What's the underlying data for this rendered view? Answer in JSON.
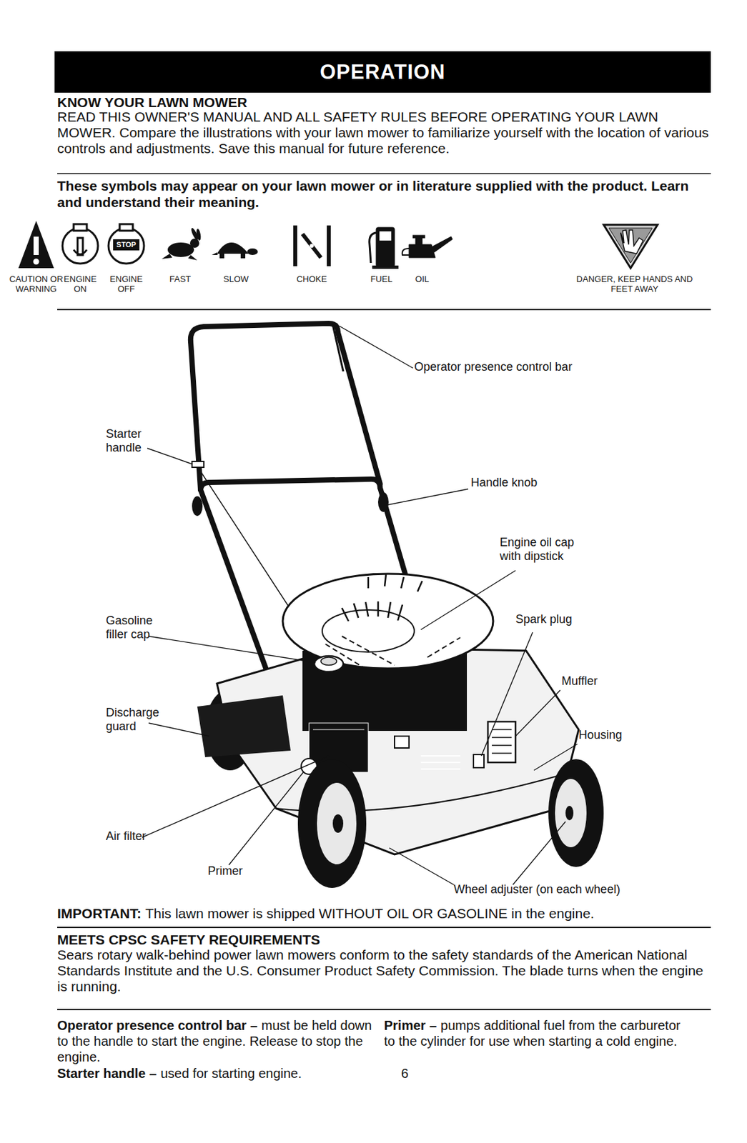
{
  "diagram": {
    "nodes": [
      {
        "text": [
          "OPERATION"
        ]
      }
    ],
    "labels": [
      "KNOW YOUR LAWN MOWER",
      "READ THIS OWNER'S MANUAL AND ALL SAFETY RULES BEFORE OPERATING YOUR LAWN MOWER. Compare the illustrations with your lawn mower to familiarize yourself with the location of various controls and adjustments. Save this manual for future reference.",
      "These symbols may appear on your lawn mower or in literature supplied with the product. Learn and understand their meaning.",
      "CAUTION OR WARNING",
      "ENGINE ON",
      "ENGINE OFF",
      "FAST",
      "SLOW",
      "CHOKE",
      "FUEL",
      "OIL",
      "DANGER, KEEP HANDS AND FEET AWAY",
      "STOP",
      "Operator presence control bar",
      "Starter handle",
      "Handle knob",
      "Engine oil cap with dipstick",
      "Gasoline filler cap",
      "Spark plug",
      "Muffler",
      "Discharge guard",
      "Housing",
      "Air filter",
      "Primer",
      "Wheel adjuster (on each wheel)",
      "IMPORTANT:",
      "This lawn mower is shipped WITHOUT OIL OR GASOLINE in the engine.",
      "MEETS CPSC SAFETY REQUIREMENTS",
      "Sears rotary walk-behind power lawn mowers conform to the safety standards of the American National Standards Institute and the U.S. Consumer Product Safety Commission. The blade turns when the engine is running.",
      "Operator presence control bar –",
      "must be held down to the handle to start the engine. Release to stop the engine.",
      "Starter handle –",
      "used for starting engine.",
      "6",
      "Primer –",
      "pumps additional fuel from the carburetor to the cylinder for use when starting a cold engine."
    ]
  }
}
